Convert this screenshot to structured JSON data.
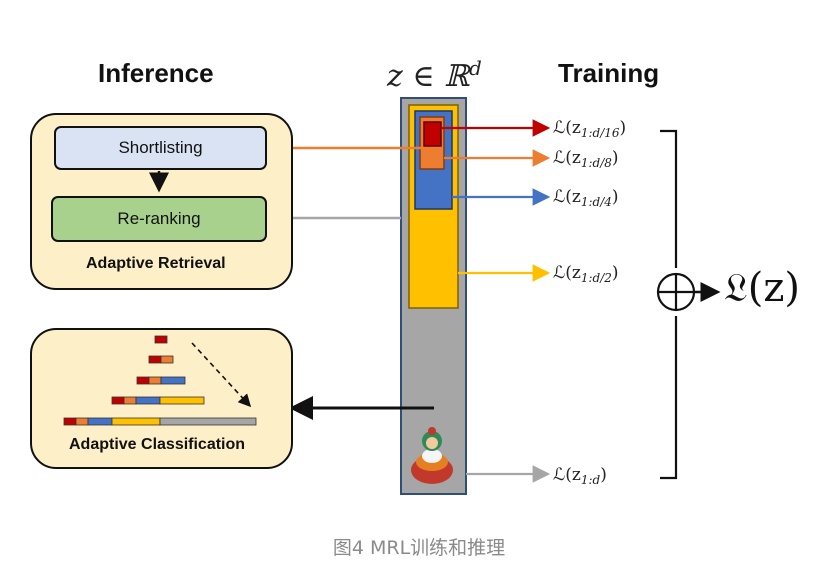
{
  "headings": {
    "inference": "Inference",
    "training": "Training"
  },
  "embedding_label": "z ∈ ℝ",
  "embedding_superscript": "d",
  "retrieval": {
    "shortlisting": "Shortlisting",
    "reranking": "Re-ranking",
    "panel_label": "Adaptive Retrieval"
  },
  "classification": {
    "panel_label": "Adaptive Classification"
  },
  "losses": [
    {
      "prefix": "ℒ(z",
      "sub": "1:d/16",
      "suffix": ")",
      "color": "#c00000"
    },
    {
      "prefix": "ℒ(z",
      "sub": "1:d/8",
      "suffix": ")",
      "color": "#ed7d31"
    },
    {
      "prefix": "ℒ(z",
      "sub": "1:d/4",
      "suffix": ")",
      "color": "#4472c4"
    },
    {
      "prefix": "ℒ(z",
      "sub": "1:d/2",
      "suffix": ")",
      "color": "#ffc000"
    },
    {
      "prefix": "ℒ(z",
      "sub": "1:d",
      "suffix": ")",
      "color": "#a6a6a6"
    }
  ],
  "total_loss": "𝔏(z)",
  "sum_symbol": "⊕",
  "caption": "图4 MRL训练和推理",
  "colors": {
    "red": "#c00000",
    "orange": "#ed7d31",
    "blue": "#4472c4",
    "yellow": "#ffc000",
    "gray": "#a6a6a6",
    "panel_fill": "#fdefc8",
    "shortlist_fill": "#dae3f3",
    "rerank_fill": "#a9d18e"
  }
}
